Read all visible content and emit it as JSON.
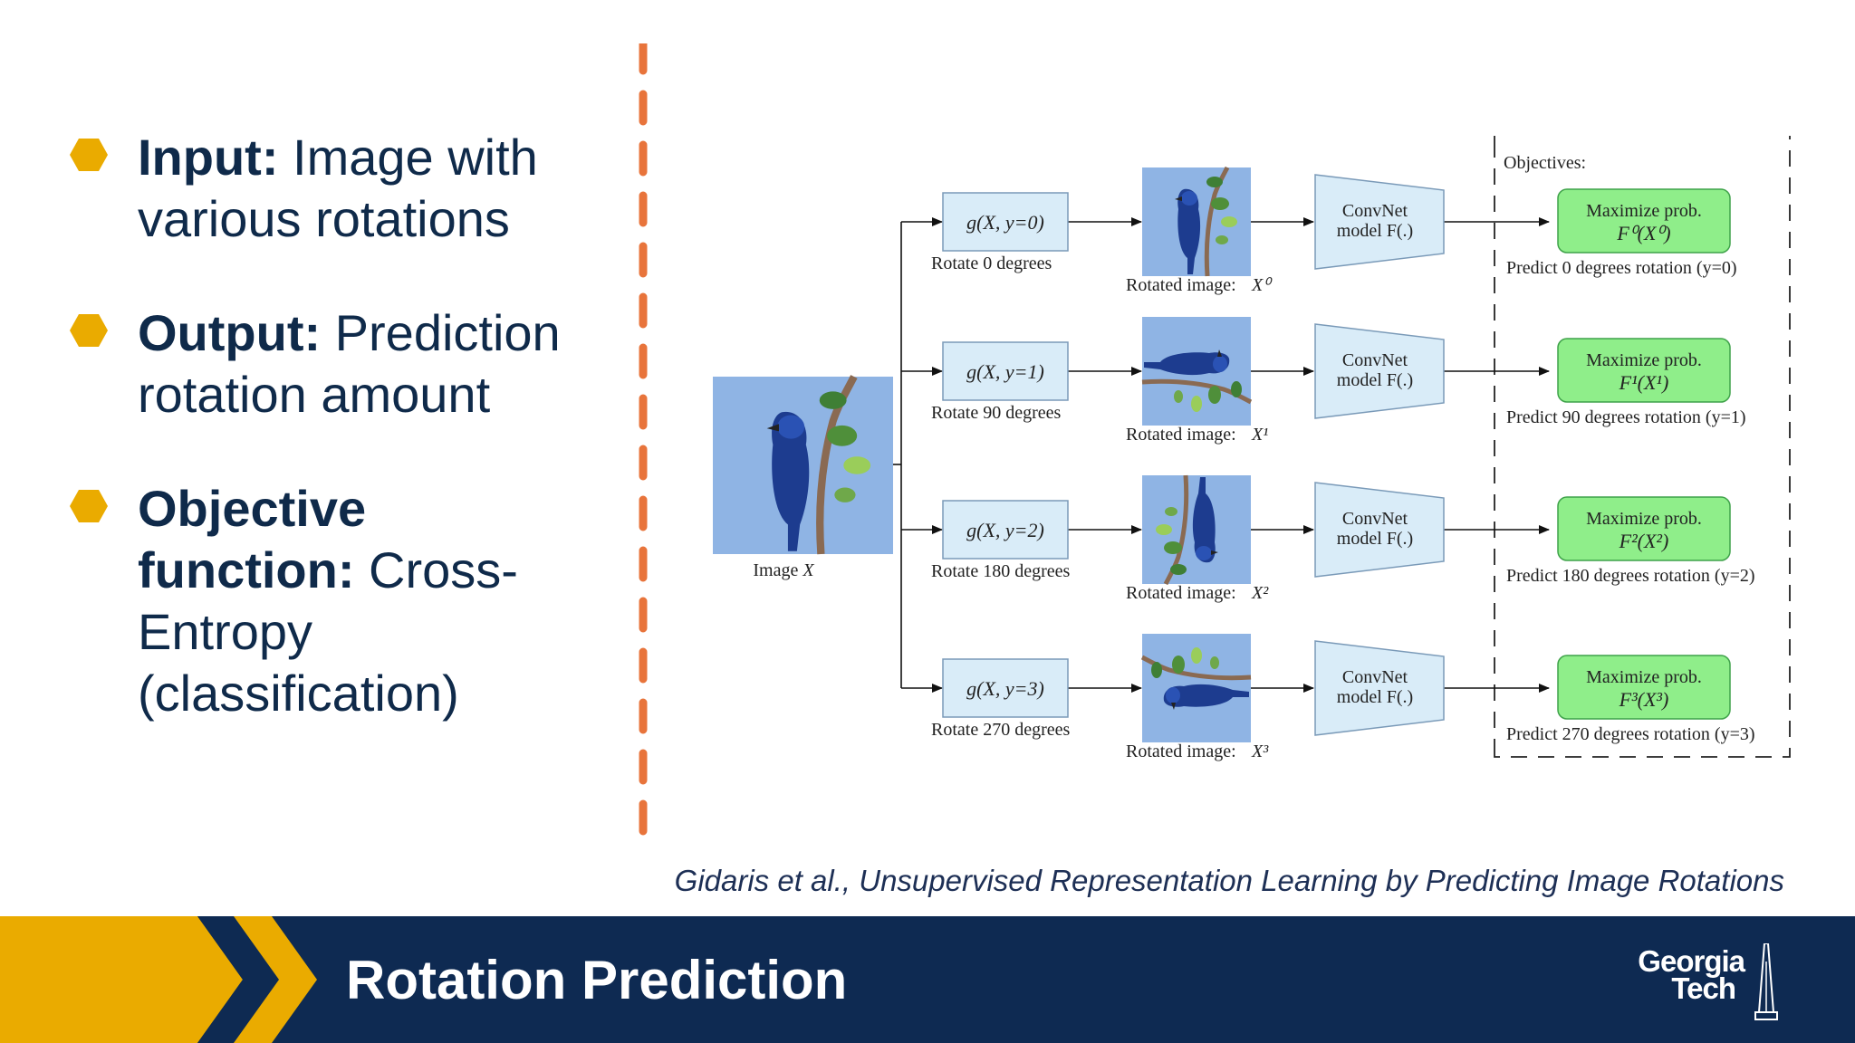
{
  "bullets": [
    {
      "term": "Input:",
      "text": " Image with various rotations"
    },
    {
      "term": "Output:",
      "text": " Prediction rotation amount"
    },
    {
      "term": "Objective function:",
      "text": " Cross-Entropy (classification)"
    }
  ],
  "diagram": {
    "input_label": "Image",
    "input_var": "X",
    "objectives_label": "Objectives:",
    "rows": [
      {
        "transform": "g(X, y=0)",
        "rotate_label": "Rotate 0 degrees",
        "rotated_label": "Rotated image:",
        "rotated_var": "X⁰",
        "model": [
          "ConvNet",
          "model F(.)"
        ],
        "objective": [
          "Maximize prob.",
          "F⁰(X⁰)"
        ],
        "predict": "Predict 0 degrees rotation (y=0)",
        "rotation": 0
      },
      {
        "transform": "g(X, y=1)",
        "rotate_label": "Rotate 90 degrees",
        "rotated_label": "Rotated image:",
        "rotated_var": "X¹",
        "model": [
          "ConvNet",
          "model F(.)"
        ],
        "objective": [
          "Maximize prob.",
          "F¹(X¹)"
        ],
        "predict": "Predict 90 degrees rotation (y=1)",
        "rotation": 90
      },
      {
        "transform": "g(X, y=2)",
        "rotate_label": "Rotate 180 degrees",
        "rotated_label": "Rotated image:",
        "rotated_var": "X²",
        "model": [
          "ConvNet",
          "model F(.)"
        ],
        "objective": [
          "Maximize prob.",
          "F²(X²)"
        ],
        "predict": "Predict 180 degrees rotation (y=2)",
        "rotation": 180
      },
      {
        "transform": "g(X, y=3)",
        "rotate_label": "Rotate 270 degrees",
        "rotated_label": "Rotated image:",
        "rotated_var": "X³",
        "model": [
          "ConvNet",
          "model F(.)"
        ],
        "objective": [
          "Maximize prob.",
          "F³(X³)"
        ],
        "predict": "Predict 270 degrees rotation (y=3)",
        "rotation": 270
      }
    ]
  },
  "citation": "Gidaris et al., Unsupervised Representation Learning by Predicting Image Rotations",
  "footer": {
    "title": "Rotation Prediction"
  },
  "logo": {
    "line1": "Georgia",
    "line2": "Tech"
  },
  "colors": {
    "navy": "#0e2a52",
    "gold": "#eaab00",
    "orange_divider": "#e8743b",
    "box_blue": "#d9ecf8",
    "objective_green": "#8fee8a",
    "image_sky": "#8fb4e4",
    "bullet_text": "#0f2a4a"
  },
  "icons": {
    "bullet": "hexagon-icon",
    "spire": "tech-tower-icon",
    "chevrons": "chevron-right-icon"
  }
}
